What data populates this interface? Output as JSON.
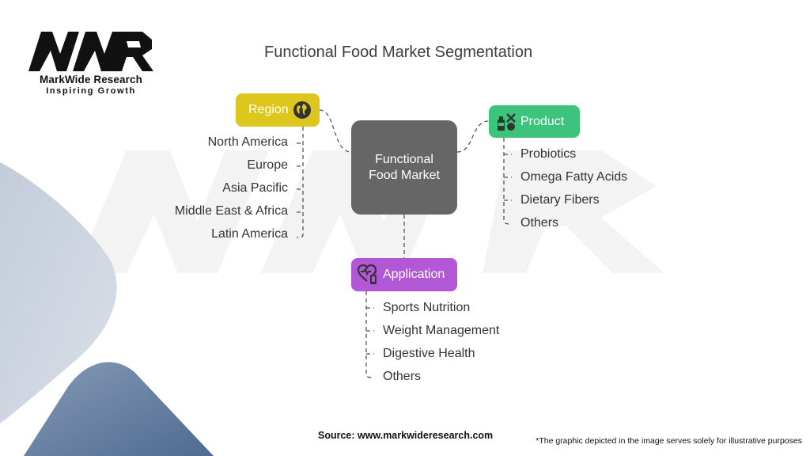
{
  "brand": {
    "logo_text": "MWR",
    "name": "MarkWide Research",
    "tagline": "Inspiring Growth"
  },
  "title": "Functional Food Market Segmentation",
  "center": {
    "label": "Functional Food Market"
  },
  "branches": {
    "region": {
      "label": "Region",
      "icon": "globe-icon",
      "color": "#ddc71c",
      "items": [
        "North America",
        "Europe",
        "Asia Pacific",
        "Middle East & Africa",
        "Latin America"
      ]
    },
    "product": {
      "label": "Product",
      "icon": "food-products-icon",
      "color": "#3dc47c",
      "items": [
        "Probiotics",
        "Omega Fatty Acids",
        "Dietary Fibers",
        "Others"
      ]
    },
    "application": {
      "label": "Application",
      "icon": "heart-health-icon",
      "color": "#b257d6",
      "items": [
        "Sports Nutrition",
        "Weight Management",
        "Digestive Health",
        "Others"
      ]
    }
  },
  "footer": {
    "source": "Source: www.markwideresearch.com",
    "note": "*The graphic depicted in the image serves solely for illustrative purposes"
  }
}
